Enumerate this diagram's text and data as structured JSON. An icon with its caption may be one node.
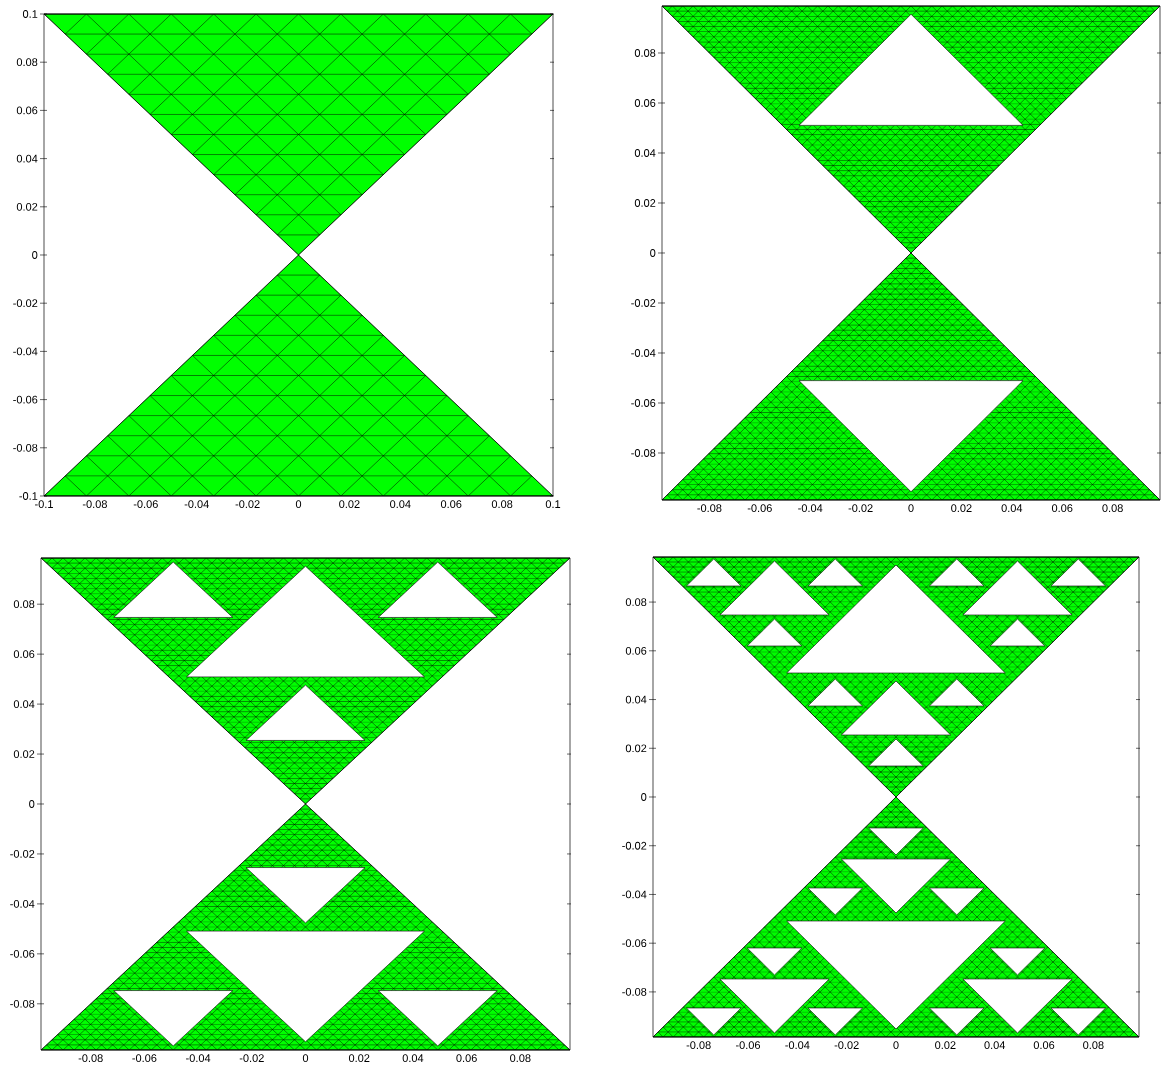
{
  "diagram": {
    "labels": [
      "0.1",
      "0.08",
      "0.06",
      "0.04",
      "0.02",
      "0",
      "-0.02",
      "-0.04",
      "-0.06",
      "-0.08",
      "-0.1",
      "-0.1",
      "-0.08",
      "-0.06",
      "-0.04",
      "-0.02",
      "0",
      "0.02",
      "0.04",
      "0.06",
      "0.08",
      "0.1",
      "0.08",
      "0.06",
      "0.04",
      "0.02",
      "0",
      "-0.02",
      "-0.04",
      "-0.06",
      "-0.08",
      "-0.08",
      "-0.06",
      "-0.04",
      "-0.02",
      "0",
      "0.02",
      "0.04",
      "0.06",
      "0.08",
      "0.08",
      "0.06",
      "0.04",
      "0.02",
      "0",
      "-0.02",
      "-0.04",
      "-0.06",
      "-0.08",
      "-0.08",
      "-0.06",
      "-0.04",
      "-0.02",
      "0",
      "0.02",
      "0.04",
      "0.06",
      "0.08",
      "0.08",
      "0.06",
      "0.04",
      "0.02",
      "0",
      "-0.02",
      "-0.04",
      "-0.06",
      "-0.08",
      "-0.08",
      "-0.06",
      "-0.04",
      "-0.02",
      "0",
      "0.02",
      "0.04",
      "0.06",
      "0.08"
    ]
  }
}
